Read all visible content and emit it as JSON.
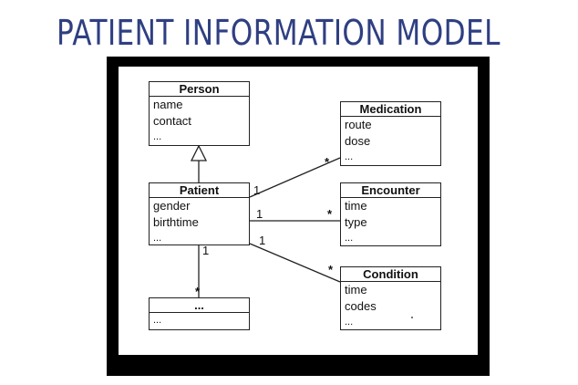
{
  "title": "PATIENT INFORMATION MODEL",
  "classes": {
    "person": {
      "name": "Person",
      "attributes": [
        "name",
        "contact",
        "..."
      ]
    },
    "patient": {
      "name": "Patient",
      "attributes": [
        "gender",
        "birthtime",
        "..."
      ]
    },
    "medication": {
      "name": "Medication",
      "attributes": [
        "route",
        "dose",
        "..."
      ]
    },
    "encounter": {
      "name": "Encounter",
      "attributes": [
        "time",
        "type",
        "..."
      ]
    },
    "condition": {
      "name": "Condition",
      "attributes": [
        "time",
        "codes",
        "..."
      ]
    },
    "other": {
      "name": "...",
      "attributes": [
        "..."
      ]
    }
  },
  "multiplicities": {
    "medication_patient": "1",
    "medication_target": "*",
    "encounter_patient": "1",
    "encounter_target": "*",
    "condition_patient": "1",
    "condition_target": "*",
    "other_patient": "1",
    "other_target": "*"
  }
}
